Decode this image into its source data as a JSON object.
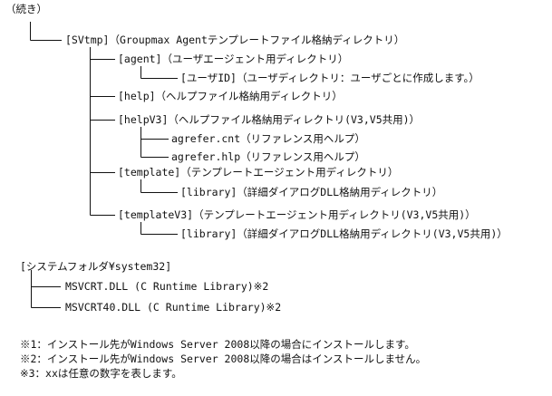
{
  "continued": "（続き）",
  "tree": {
    "root": "[SVtmp]（Groupmax Agentテンプレートファイル格納ディレクトリ）",
    "agent": "[agent]（ユーザエージェント用ディレクトリ）",
    "userid": "[ユーザID]（ユーザディレクトリ：ユーザごとに作成します。）",
    "help": "[help]（ヘルプファイル格納用ディレクトリ）",
    "helpv3": "[helpV3]（ヘルプファイル格納用ディレクトリ(V3,V5共用)）",
    "cnt": "agrefer.cnt（リファレンス用ヘルプ）",
    "hlp": "agrefer.hlp（リファレンス用ヘルプ）",
    "template": "[template]（テンプレートエージェント用ディレクトリ）",
    "library1": "[library]（詳細ダイアログDLL格納用ディレクトリ）",
    "templatev3": "[templateV3]（テンプレートエージェント用ディレクトリ(V3,V5共用)）",
    "library2": "[library]（詳細ダイアログDLL格納用ディレクトリ(V3,V5共用)）"
  },
  "system": {
    "header": "[システムフォルダ¥system32]",
    "msvcrt": "MSVCRT.DLL (C Runtime Library)※2",
    "msvcrt40": "MSVCRT40.DLL (C Runtime Library)※2"
  },
  "notes": [
    "※1：インストール先がWindows Server 2008以降の場合にインストールします。",
    "※2：インストール先がWindows Server 2008以降の場合はインストールしません。",
    "※3：xxは任意の数字を表します。"
  ]
}
